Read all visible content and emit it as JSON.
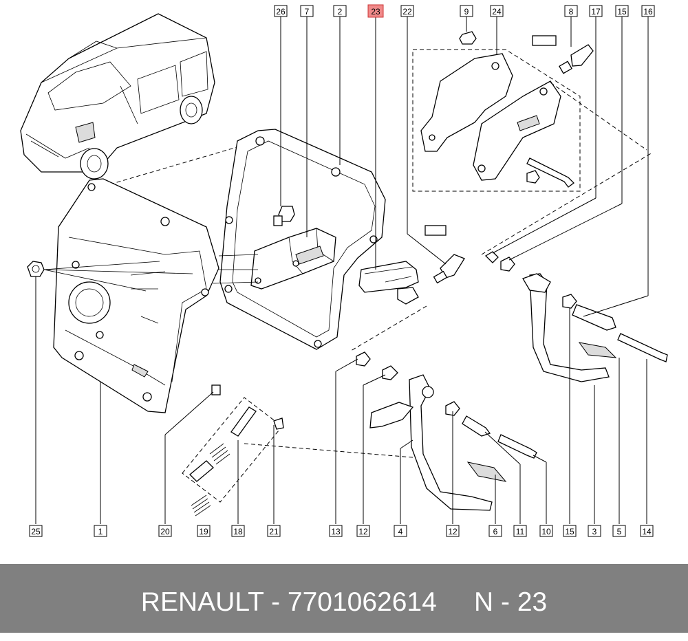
{
  "brand": "RENAULT",
  "part_number": "7701062614",
  "position_code": "N - 23",
  "highlighted_label": "23",
  "highlight_color": "#f08a8a",
  "footer_background": "#808080",
  "top_labels": [
    "26",
    "7",
    "2",
    "23",
    "22",
    "9",
    "24",
    "8",
    "17",
    "15",
    "16"
  ],
  "bottom_labels": [
    "25",
    "1",
    "20",
    "19",
    "18",
    "21",
    "13",
    "12",
    "4",
    "12",
    "6",
    "11",
    "10",
    "15",
    "3",
    "5",
    "14"
  ]
}
